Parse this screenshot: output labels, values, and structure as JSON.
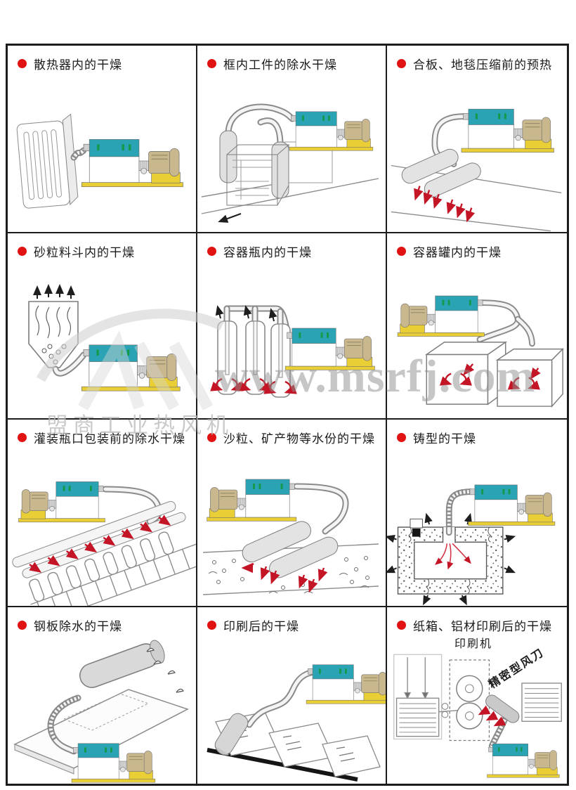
{
  "page": {
    "kind": "hot-air-blower application catalog page"
  },
  "watermark": {
    "url_text": "www.msrfj.com",
    "brand_text": "盟商工业热风机"
  },
  "colors": {
    "accent_red": "#e01212",
    "arrow_red": "#c31525",
    "machine_teal": "#2aa3b5",
    "machine_yellow": "#e9ce35",
    "motor_tan": "#c9b78d",
    "grid_line": "#1c1c1c"
  },
  "cells": [
    {
      "title": "散热器内的干燥"
    },
    {
      "title": "框内工件的除水干燥"
    },
    {
      "title": "合板、地毯压缩前的预热"
    },
    {
      "title": "砂粒料斗内的干燥"
    },
    {
      "title": "容器瓶内的干燥"
    },
    {
      "title": "容器罐内的干燥"
    },
    {
      "title": "灌装瓶口包装前的除水干燥"
    },
    {
      "title": "沙粒、矿产物等水份的干燥"
    },
    {
      "title": "铸型的干燥"
    },
    {
      "title": "钢板除水的干燥"
    },
    {
      "title": "印刷后的干燥"
    },
    {
      "title": "纸箱、铝材印刷后的干燥",
      "labels": {
        "printer": "印刷机",
        "air_knife": "精密型风刀"
      }
    }
  ]
}
